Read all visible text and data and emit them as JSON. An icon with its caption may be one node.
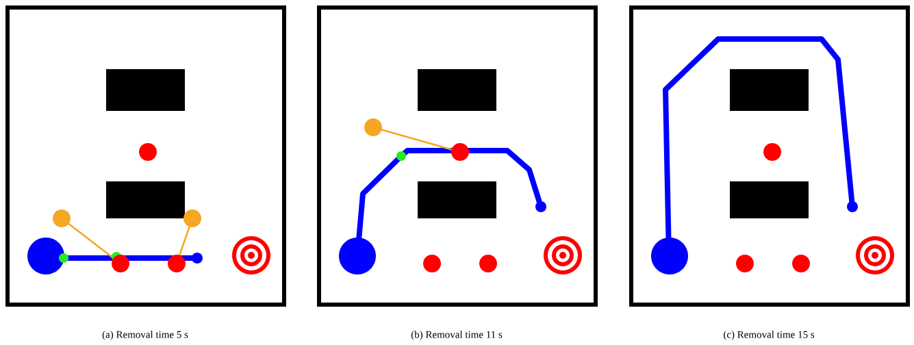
{
  "diagram": {
    "labels": [
      "(a) Removal time 5 s",
      "(b) Removal time 11 s",
      "(c) Removal time 15 s"
    ]
  }
}
